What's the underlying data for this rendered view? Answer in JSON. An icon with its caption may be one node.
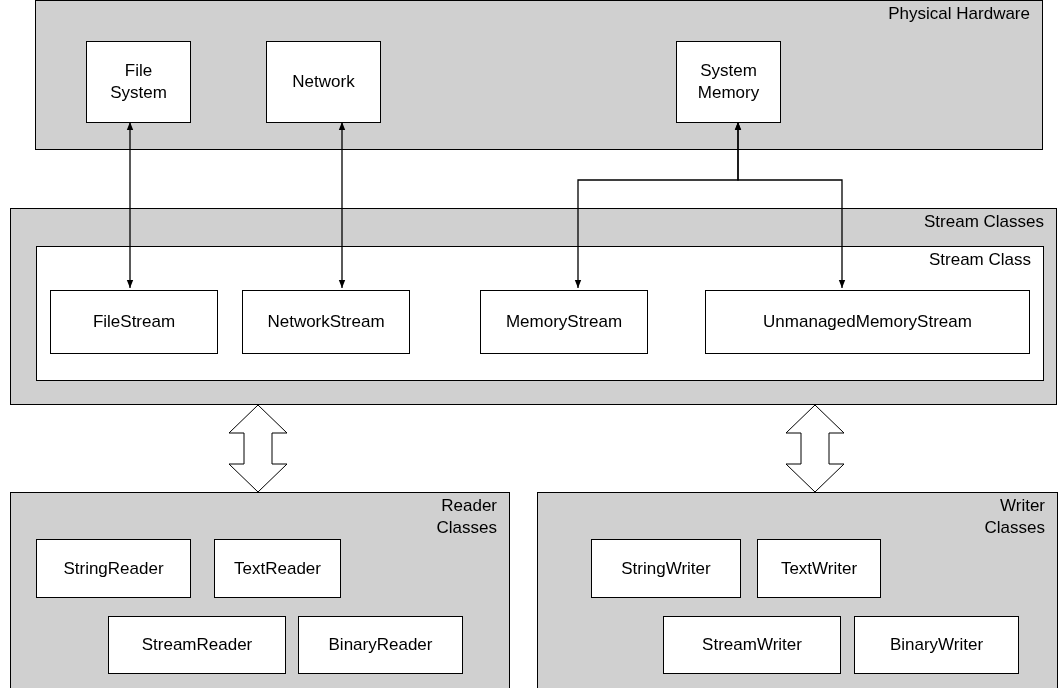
{
  "diagram": {
    "nodes": [
      {
        "text": [
          "Physical Hardware"
        ]
      },
      {
        "text": [
          "File System"
        ],
        "in": 0
      },
      {
        "text": [
          "Network"
        ],
        "in": 0
      },
      {
        "text": [
          "System Memory"
        ],
        "in": 0
      },
      {
        "text": [
          "Stream Classes"
        ]
      },
      {
        "text": [
          "Stream Class"
        ],
        "in": 4
      },
      {
        "text": [
          "FileStream"
        ],
        "in": 5
      },
      {
        "text": [
          "NetworkStream"
        ],
        "in": 5
      },
      {
        "text": [
          "MemoryStream"
        ],
        "in": 5
      },
      {
        "text": [
          "UnmanagedMemoryStream"
        ],
        "in": 5
      },
      {
        "text": [
          "Reader Classes"
        ]
      },
      {
        "text": [
          "StringReader"
        ],
        "in": 10
      },
      {
        "text": [
          "TextReader"
        ],
        "in": 10
      },
      {
        "text": [
          "StreamReader"
        ],
        "in": 10
      },
      {
        "text": [
          "BinaryReader"
        ],
        "in": 10
      },
      {
        "text": [
          "Writer Classes"
        ]
      },
      {
        "text": [
          "StringWriter"
        ],
        "in": 15
      },
      {
        "text": [
          "TextWriter"
        ],
        "in": 15
      },
      {
        "text": [
          "StreamWriter"
        ],
        "in": 15
      },
      {
        "text": [
          "BinaryWriter"
        ],
        "in": 15
      }
    ],
    "edges": [
      {
        "from": 1,
        "to": 6,
        "arrow": "both"
      },
      {
        "from": 2,
        "to": 7,
        "arrow": "both"
      },
      {
        "from": 3,
        "to": 8,
        "arrow": "both"
      },
      {
        "from": 3,
        "to": 9,
        "arrow": "both"
      },
      {
        "from": 4,
        "to": 10,
        "arrow": "both",
        "style": "thick"
      },
      {
        "from": 4,
        "to": 15,
        "arrow": "both",
        "style": "thick"
      }
    ]
  }
}
